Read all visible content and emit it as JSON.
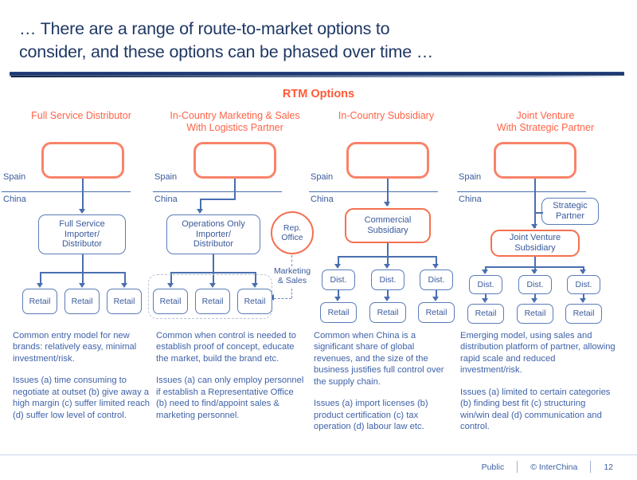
{
  "title": {
    "line1": "… There are a range of route-to-market options to",
    "line2": "consider, and these options can be phased over time …"
  },
  "section_heading": "RTM Options",
  "colors": {
    "title_navy": "#1f3864",
    "accent_orange": "#ff5a36",
    "header_orange": "#ff6347",
    "box_blue": "#5b7cb8",
    "text_blue": "#3f62a8",
    "divider_navy": "#16305f"
  },
  "columns": [
    {
      "header_line1": "Full Service Distributor",
      "header_line2": "",
      "band": {
        "top": "Spain",
        "bottom": "China"
      },
      "nodes": {
        "top_box": "",
        "main": "Full Service\nImporter/\nDistributor",
        "retail": [
          "Retail",
          "Retail",
          "Retail"
        ]
      },
      "paragraphs": [
        "Common entry model for new brands: relatively easy, minimal investment/risk.",
        "Issues (a) time consuming to negotiate at outset (b) give away a high margin (c) suffer limited reach (d) suffer low level of control."
      ]
    },
    {
      "header_line1": "In-Country Marketing & Sales",
      "header_line2": "With Logistics Partner",
      "band": {
        "top": "Spain",
        "bottom": "China"
      },
      "nodes": {
        "top_box": "",
        "main": "Operations Only\nImporter/\nDistributor",
        "rep_office": "Rep.\nOffice",
        "rep_link_label": "Marketing\n& Sales",
        "retail": [
          "Retail",
          "Retail",
          "Retail"
        ]
      },
      "paragraphs": [
        "Common when control is needed to establish proof of concept, educate the market, build the brand etc.",
        "Issues (a) can only employ personnel if establish a Representative Office (b) need to find/appoint sales & marketing personnel."
      ]
    },
    {
      "header_line1": "In-Country Subsidiary",
      "header_line2": "",
      "band": {
        "top": "Spain",
        "bottom": "China"
      },
      "nodes": {
        "top_box": "",
        "main": "Commercial\nSubsidiary",
        "dist": [
          "Dist.",
          "Dist.",
          "Dist."
        ],
        "retail": [
          "Retail",
          "Retail",
          "Retail"
        ]
      },
      "paragraphs": [
        "Common when China is a significant share of global revenues, and the size of the business justifies full control over the supply chain.",
        "Issues (a) import licenses (b) product certification (c) tax operation (d) labour law etc."
      ]
    },
    {
      "header_line1": "Joint Venture",
      "header_line2": "With Strategic Partner",
      "band": {
        "top": "Spain",
        "bottom": "China"
      },
      "nodes": {
        "top_box": "",
        "partner": "Strategic\nPartner",
        "main": "Joint Venture\nSubsidiary",
        "dist": [
          "Dist.",
          "Dist.",
          "Dist."
        ],
        "retail": [
          "Retail",
          "Retail",
          "Retail"
        ]
      },
      "paragraphs": [
        "Emerging model, using sales and distribution platform of partner, allowing rapid scale and reduced investment/risk.",
        "Issues (a) limited to certain categories (b) finding best fit (c) structuring win/win deal (d) communication and control."
      ]
    }
  ],
  "footer": {
    "classification": "Public",
    "copyright": "© InterChina",
    "page_number": "12"
  }
}
